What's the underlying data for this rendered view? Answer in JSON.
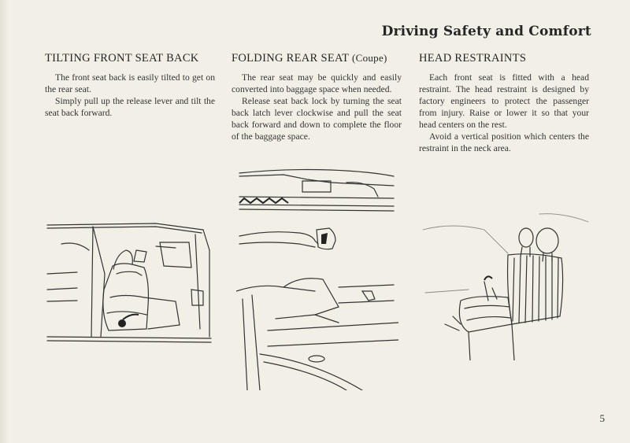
{
  "header": {
    "title": "Driving Safety and Comfort"
  },
  "sections": [
    {
      "heading": "TILTING FRONT SEAT BACK",
      "heading_sub": "",
      "paragraphs": [
        "The front seat back is easily tilted to get on the rear seat.",
        "Simply pull up the release lever and tilt the seat back forward."
      ]
    },
    {
      "heading": "FOLDING REAR SEAT",
      "heading_sub": "(Coupe)",
      "paragraphs": [
        "The rear seat may be quickly and easily converted into baggage space when needed.",
        "Release seat back lock by turning the seat back latch lever clockwise and pull the seat back forward and down to complete the floor of the baggage space."
      ]
    },
    {
      "heading": "HEAD RESTRAINTS",
      "heading_sub": "",
      "paragraphs": [
        "Each front seat is fitted with a head restraint. The head restraint is designed by factory engineers to protect the passenger from injury. Raise or lower it so that your head centers on the rest.",
        "Avoid a vertical position which centers the restraint in the neck area."
      ]
    }
  ],
  "page_number": "5"
}
